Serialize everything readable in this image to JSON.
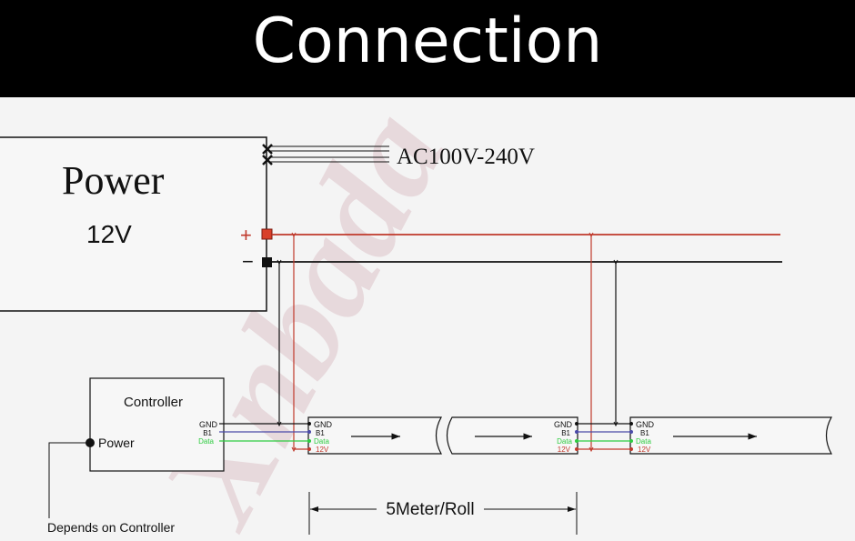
{
  "header": {
    "title": "Connection"
  },
  "power_supply": {
    "title": "Power",
    "voltage": "12V",
    "plus": "+",
    "minus": "−"
  },
  "ac_input": {
    "label": "AC100V-240V"
  },
  "controller": {
    "title": "Controller",
    "power_label": "Power",
    "depends_note": "Depends on Controller",
    "pins": {
      "gnd": "GND",
      "b1": "B1",
      "data": "Data"
    }
  },
  "strip_pins": {
    "gnd": "GND",
    "b1": "B1",
    "data": "Data",
    "v12": "12V"
  },
  "dimension": {
    "label": "5Meter/Roll"
  },
  "watermark": {
    "text": "Xnbada"
  },
  "colors": {
    "header_bg": "#000000",
    "background": "#f4f4f4",
    "positive_wire": "#c0392b",
    "negative_wire": "#111111",
    "b1_wire": "#4a4aa8",
    "data_wire": "#2ecc40",
    "terminal_plus": "#d8402a"
  }
}
